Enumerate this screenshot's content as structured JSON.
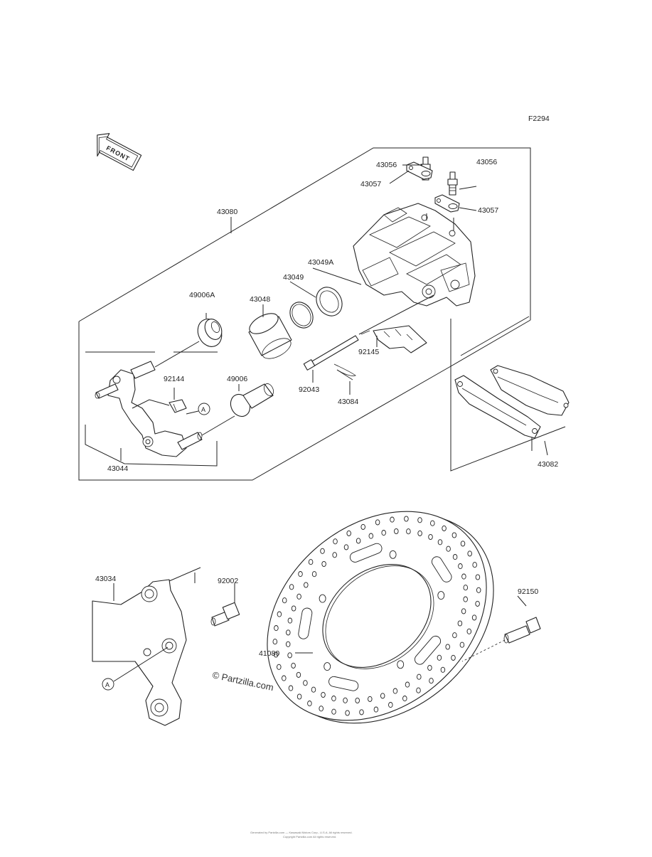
{
  "figure_code": "F2294",
  "front_badge": "FRONT",
  "watermark": "© Partzilla.com",
  "footer": [
    "Generated by Partzilla.com — Kawasaki Motors Corp., U.S.A. All rights reserved.",
    "Copyright Partzilla.com All rights reserved."
  ],
  "callout_marker": "A",
  "labels": {
    "p43080": "43080",
    "p43056a": "43056",
    "p43056b": "43056",
    "p43057a": "43057",
    "p43057b": "43057",
    "p43049a": "43049A",
    "p43049": "43049",
    "p43048": "43048",
    "p49006a": "49006A",
    "p92144": "92144",
    "p49006": "49006",
    "p92043": "92043",
    "p43084": "43084",
    "p92145": "92145",
    "p43044": "43044",
    "p43082": "43082",
    "p43034": "43034",
    "p92002": "92002",
    "p41080": "41080",
    "p92150": "92150"
  }
}
